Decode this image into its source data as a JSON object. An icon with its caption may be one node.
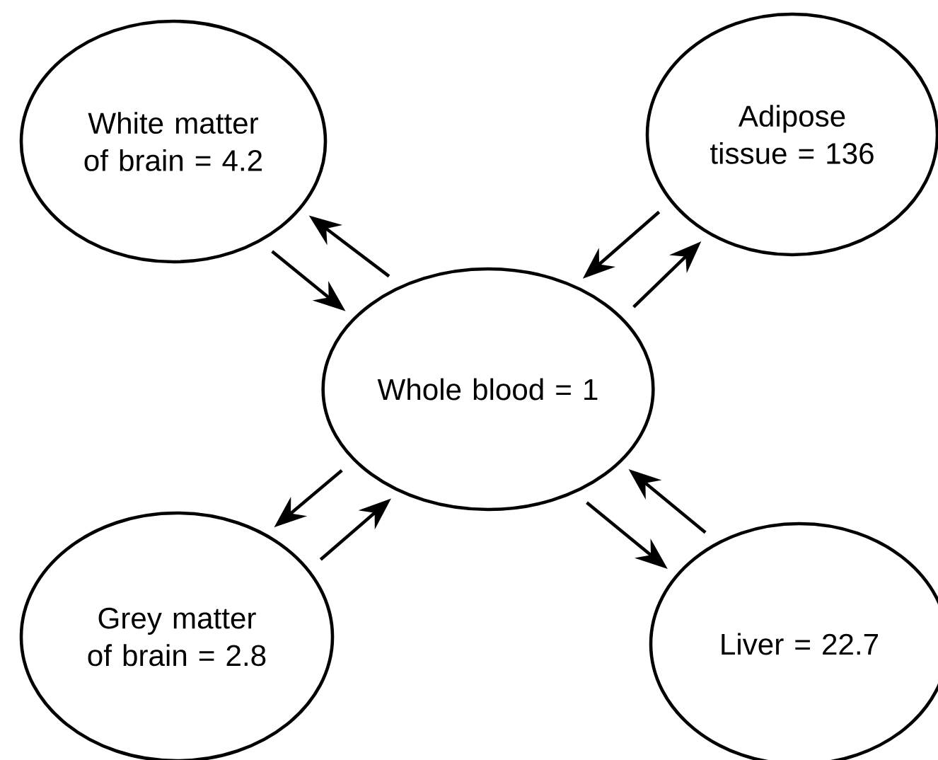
{
  "diagram": {
    "nodes": [
      {
        "text": [
          "White matter of brain = 4.2"
        ]
      },
      {
        "text": [
          "Adipose tissue = 136"
        ]
      },
      {
        "text": [
          "Whole blood = 1"
        ]
      },
      {
        "text": [
          "Grey matter of brain = 2.8"
        ]
      },
      {
        "text": [
          "Liver = 22.7"
        ]
      }
    ],
    "edges": [
      {
        "from": 0,
        "to": 2,
        "arrow": "to"
      },
      {
        "from": 2,
        "to": 0,
        "arrow": "to"
      },
      {
        "from": 1,
        "to": 2,
        "arrow": "to"
      },
      {
        "from": 2,
        "to": 1,
        "arrow": "to"
      },
      {
        "from": 3,
        "to": 2,
        "arrow": "to"
      },
      {
        "from": 2,
        "to": 3,
        "arrow": "to"
      },
      {
        "from": 4,
        "to": 2,
        "arrow": "to"
      },
      {
        "from": 2,
        "to": 4,
        "arrow": "to"
      }
    ]
  }
}
